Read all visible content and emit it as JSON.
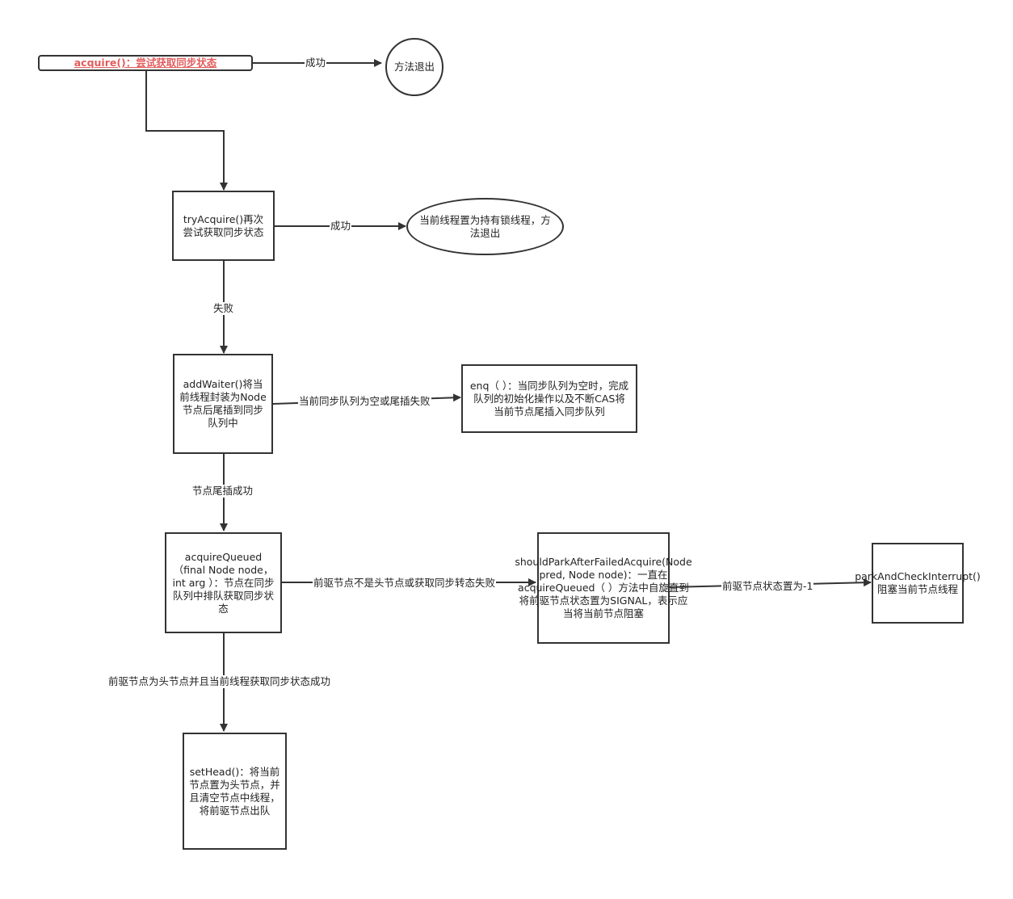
{
  "nodes": {
    "acquire": "acquire()：尝试获取同步状态",
    "exit_method": "方法退出",
    "try_acquire": "tryAcquire()再次尝试获取同步状态",
    "set_owner_exit": "当前线程置为持有锁线程，方法退出",
    "add_waiter": "addWaiter()将当前线程封装为Node节点后尾插到同步队列中",
    "enq": "enq（ ）：当同步队列为空时，完成队列的初始化操作以及不断CAS将当前节点尾插入同步队列",
    "acquire_queued": "acquireQueued（final Node node，int arg ）：节点在同步队列中排队获取同步状态",
    "should_park": "shouldParkAfterFailedAcquire(Node pred, Node node)：一直在acquireQueued（ ）方法中自旋直到将前驱节点状态置为SIGNAL，表示应当将当前节点阻塞",
    "park_and_check": "parkAndCheckInterrupt() 阻塞当前节点线程",
    "set_head": "setHead()：将当前节点置为头节点，并且清空节点中线程，将前驱节点出队"
  },
  "edges": {
    "acquire_success": "成功",
    "try_success": "成功",
    "try_fail": "失败",
    "enq_condition": "当前同步队列为空或尾插失败",
    "tail_insert_success": "节点尾插成功",
    "not_head_or_fail": "前驱节点不是头节点或获取同步转态失败",
    "status_minus_one": "前驱节点状态置为-1",
    "head_and_success": "前驱节点为头节点并且当前线程获取同步状态成功"
  },
  "colors": {
    "line": "#333333",
    "acquire_text": "#e35d5d"
  }
}
